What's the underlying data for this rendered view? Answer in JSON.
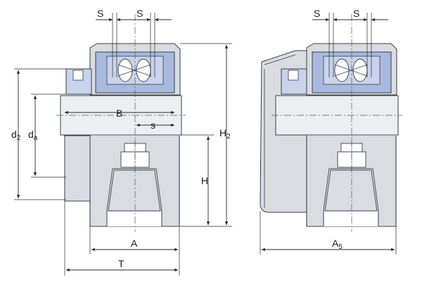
{
  "figure": {
    "left_view": {
      "labels": {
        "s_top_left": "S",
        "s_top_right": "S",
        "B": "B",
        "s_small": "s",
        "d2_main": "d",
        "d2_sub": "2",
        "da_main": "d",
        "da_sub": "a",
        "H2_main": "H",
        "H2_sub": "2",
        "H": "H",
        "A": "A",
        "T": "T"
      }
    },
    "right_view": {
      "labels": {
        "s_top_left": "S",
        "s_top_right": "S",
        "A5_main": "A",
        "A5_sub": "5"
      }
    },
    "colors": {
      "housing": "#d9dde2",
      "insert": "#a9b9dd",
      "shaft": "#eceff2",
      "outline": "#3a3f46"
    }
  }
}
